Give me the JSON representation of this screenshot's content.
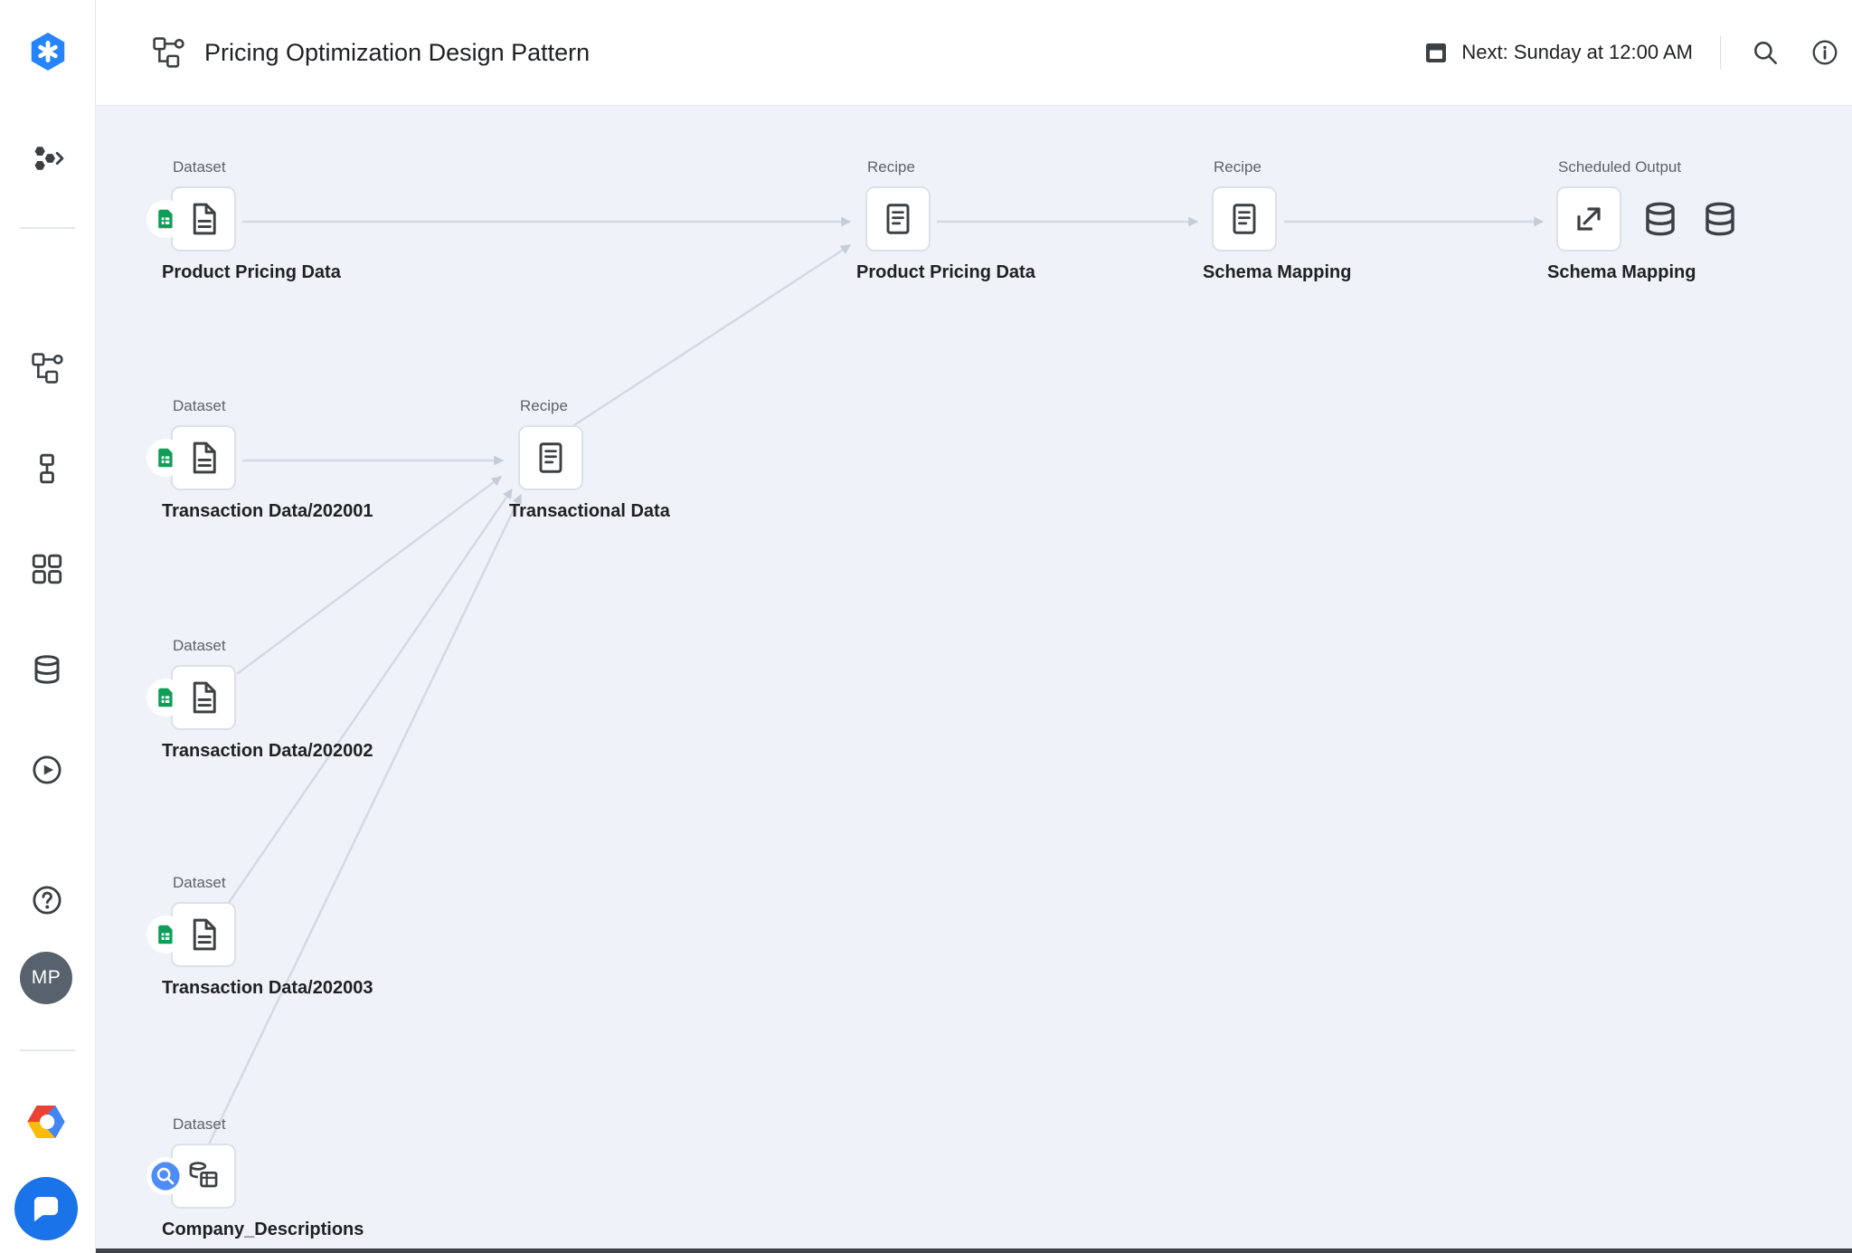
{
  "header": {
    "title": "Pricing Optimization Design Pattern",
    "schedule": "Next: Sunday at 12:00 AM",
    "icons": [
      "flow-icon",
      "calendar-icon",
      "search-icon",
      "info-icon"
    ]
  },
  "sidebar": {
    "avatar_initials": "MP",
    "icons": [
      "dataprep-logo",
      "flows-icon",
      "flow-view-icon",
      "plan-icon",
      "library-icon",
      "connections-icon",
      "job-history-icon",
      "help-icon",
      "google-cloud-logo",
      "chat-icon"
    ]
  },
  "flow": {
    "nodes": [
      {
        "id": "ds-product-pricing",
        "kind": "dataset",
        "label": "Dataset",
        "title": "Product Pricing Data",
        "badge": "google-sheets"
      },
      {
        "id": "rc-product-pricing",
        "kind": "recipe",
        "label": "Recipe",
        "title": "Product Pricing Data"
      },
      {
        "id": "rc-schema-mapping",
        "kind": "recipe",
        "label": "Recipe",
        "title": "Schema Mapping"
      },
      {
        "id": "out-schema-mapping",
        "kind": "scheduled-output",
        "label": "Scheduled Output",
        "title": "Schema Mapping",
        "outputs": [
          "database",
          "database"
        ]
      },
      {
        "id": "ds-202001",
        "kind": "dataset",
        "label": "Dataset",
        "title": "Transaction Data/202001",
        "badge": "google-sheets"
      },
      {
        "id": "rc-transactional",
        "kind": "recipe",
        "label": "Recipe",
        "title": "Transactional Data"
      },
      {
        "id": "ds-202002",
        "kind": "dataset",
        "label": "Dataset",
        "title": "Transaction Data/202002",
        "badge": "google-sheets"
      },
      {
        "id": "ds-202003",
        "kind": "dataset",
        "label": "Dataset",
        "title": "Transaction Data/202003",
        "badge": "google-sheets"
      },
      {
        "id": "ds-company",
        "kind": "dataset",
        "label": "Dataset",
        "title": "Company_Descriptions",
        "badge": "bigquery"
      }
    ],
    "edges": [
      {
        "from": "ds-product-pricing",
        "to": "rc-product-pricing"
      },
      {
        "from": "rc-product-pricing",
        "to": "rc-schema-mapping"
      },
      {
        "from": "rc-schema-mapping",
        "to": "out-schema-mapping"
      },
      {
        "from": "ds-202001",
        "to": "rc-transactional"
      },
      {
        "from": "ds-202002",
        "to": "rc-transactional"
      },
      {
        "from": "ds-202003",
        "to": "rc-transactional"
      },
      {
        "from": "ds-company",
        "to": "rc-transactional"
      },
      {
        "from": "rc-transactional",
        "to": "rc-product-pricing"
      }
    ]
  },
  "colors": {
    "accent": "#1a73e8",
    "sheets_green": "#0f9d58",
    "bigquery_blue": "#4e8df6",
    "canvas_bg": "#eff2f8",
    "edge": "#d3dae4"
  }
}
